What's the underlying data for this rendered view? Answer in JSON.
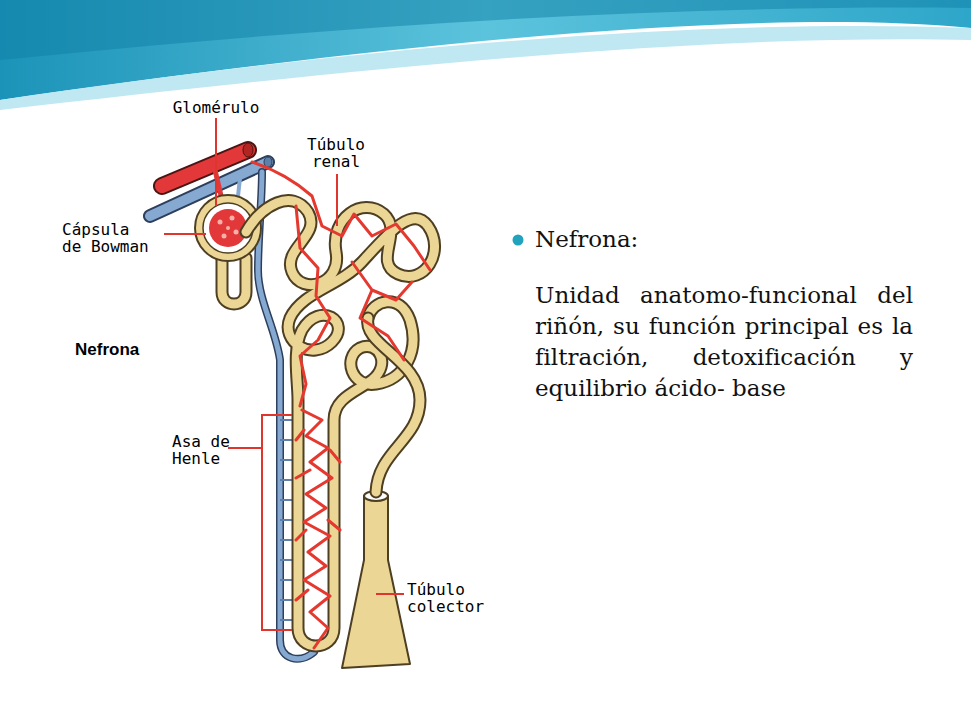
{
  "diagram": {
    "labels": [
      "Glomérulo",
      "Túbulo renal",
      "Cápsula de Bowman",
      "Nefrona",
      "Asa de Henle",
      "Túbulo colector",
      "Nefrona:",
      "Unidad anatomo-funcional del riñón, su función principal es la filtración, detoxificación y equilibrio ácido- base"
    ]
  }
}
